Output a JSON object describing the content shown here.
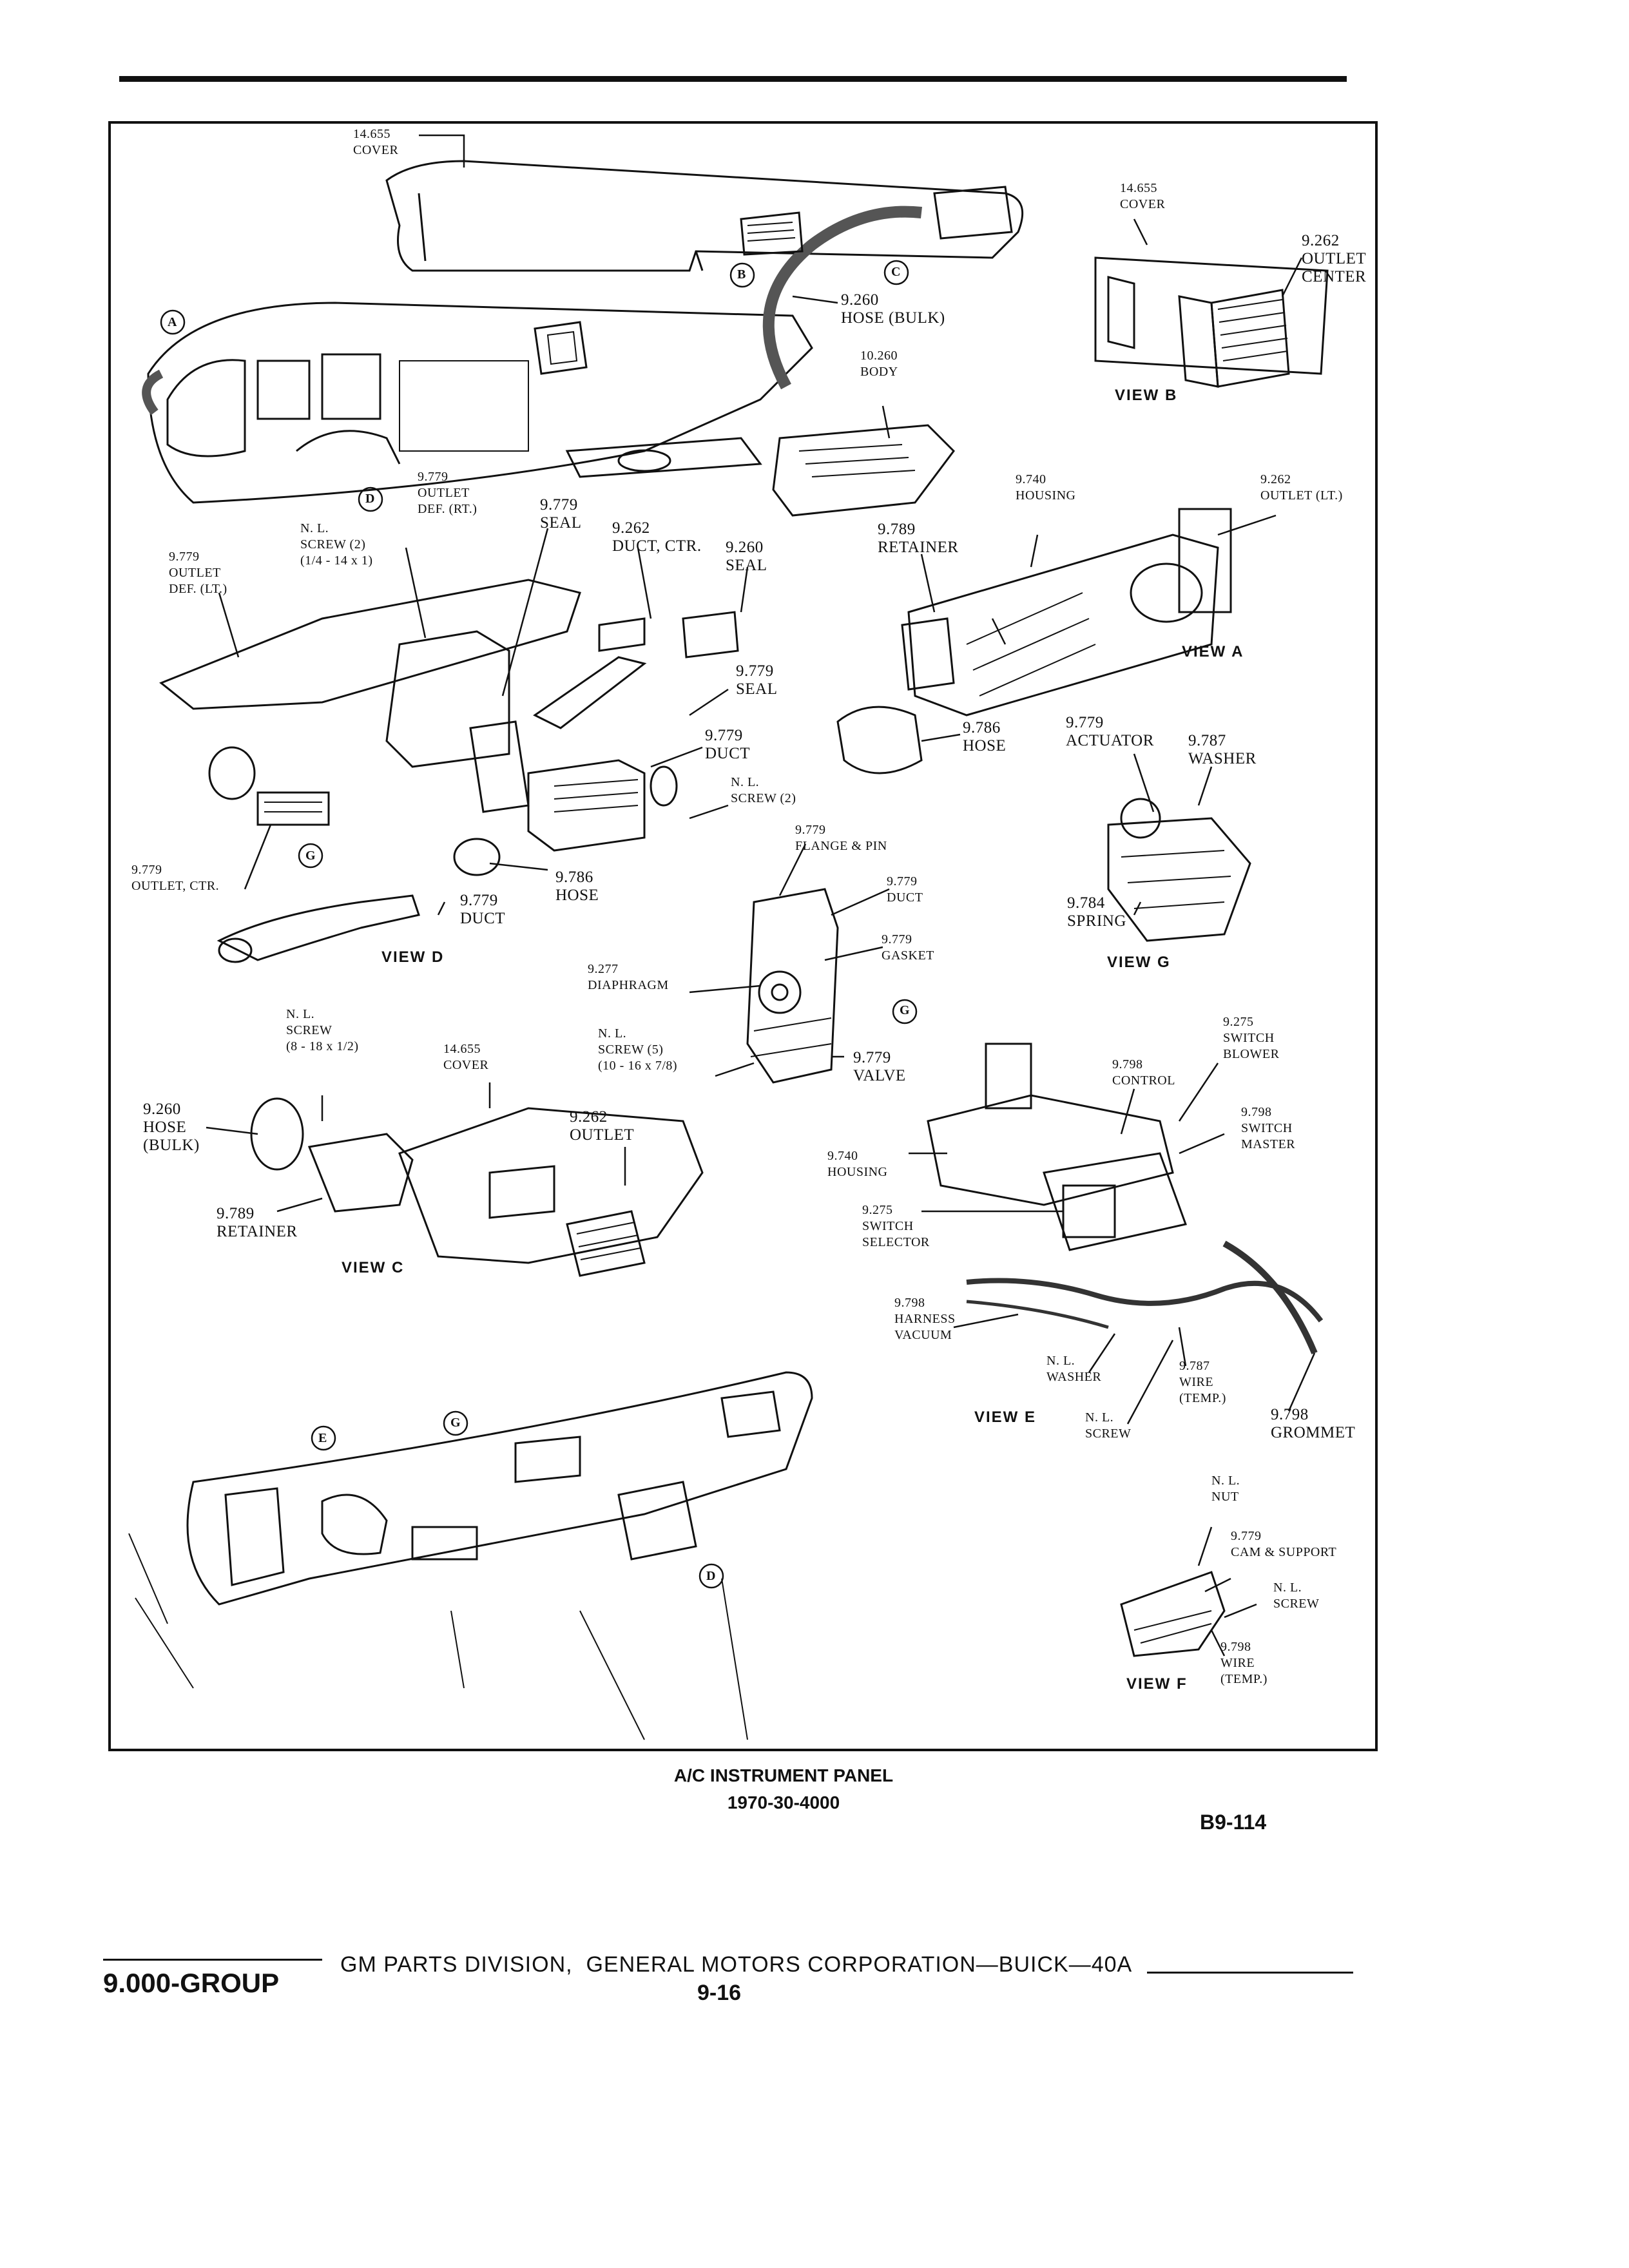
{
  "labels": {
    "cover_top": "14.655\nCOVER",
    "cover_b": "14.655\nCOVER",
    "outlet_center_b": "9.262\nOUTLET\nCENTER",
    "hose_bulk_top": "9.260\nHOSE (BULK)",
    "body": "10.260\nBODY",
    "housing_a": "9.740\nHOUSING",
    "outlet_lt": "9.262\nOUTLET (LT.)",
    "retainer_a": "9.789\nRETAINER",
    "outlet_def_rt": "9.779\nOUTLET\nDEF. (RT.)",
    "seal_1": "9.779\nSEAL",
    "nl_screw_2_top": "N. L.\nSCREW (2)\n(1/4 - 14 x 1)",
    "duct_ctr": "9.262\nDUCT, CTR.",
    "seal_2": "9.260\nSEAL",
    "outlet_def_lt": "9.779\nOUTLET\nDEF. (LT.)",
    "seal_3": "9.779\nSEAL",
    "duct_1": "9.779\nDUCT",
    "hose_a": "9.786\nHOSE",
    "actuator": "9.779\nACTUATOR",
    "washer_g": "9.787\nWASHER",
    "nl_screw_2_d": "N. L.\nSCREW (2)",
    "flange_pin": "9.779\nFLANGE & PIN",
    "outlet_ctr": "9.779\nOUTLET, CTR.",
    "hose_d": "9.786\nHOSE",
    "duct_d": "9.779\nDUCT",
    "duct_2": "9.779\nDUCT",
    "gasket": "9.779\nGASKET",
    "spring": "9.784\nSPRING",
    "diaphragm": "9.277\nDIAPHRAGM",
    "nl_screw_c": "N. L.\nSCREW\n(8 - 18 x 1/2)",
    "cover_c": "14.655\nCOVER",
    "nl_screw_5": "N. L.\nSCREW (5)\n(10 - 16 x 7/8)",
    "valve": "9.779\nVALVE",
    "switch_blower": "9.275\nSWITCH\nBLOWER",
    "control": "9.798\nCONTROL",
    "hose_bulk_c": "9.260\nHOSE\n(BULK)",
    "outlet_c": "9.262\nOUTLET",
    "switch_master": "9.798\nSWITCH\nMASTER",
    "housing_e": "9.740\nHOUSING",
    "retainer_c": "9.789\nRETAINER",
    "switch_selector": "9.275\nSWITCH\nSELECTOR",
    "harness_vacuum": "9.798\nHARNESS\nVACUUM",
    "nl_washer": "N. L.\nWASHER",
    "wire_temp_e": "9.787\nWIRE\n(TEMP.)",
    "nl_screw_e": "N. L.\nSCREW",
    "grommet": "9.798\nGROMMET",
    "nl_nut": "N. L.\nNUT",
    "cam_support": "9.779\nCAM & SUPPORT",
    "nl_screw_f": "N. L.\nSCREW",
    "wire_temp_f": "9.798\nWIRE\n(TEMP.)"
  },
  "views": {
    "b": "VIEW B",
    "a": "VIEW A",
    "d": "VIEW D",
    "g": "VIEW G",
    "c": "VIEW C",
    "e": "VIEW E",
    "f": "VIEW F"
  },
  "callouts": {
    "a": "A",
    "b": "B",
    "c": "C",
    "d": "D",
    "e": "E",
    "g": "G"
  },
  "caption": {
    "title": "A/C INSTRUMENT PANEL",
    "number": "1970-30-4000"
  },
  "code": "B9-114",
  "footer": {
    "group": "9.000-GROUP",
    "division": "GM PARTS DIVISION,  GENERAL MOTORS CORPORATION—BUICK—40A",
    "page": "9-16"
  }
}
